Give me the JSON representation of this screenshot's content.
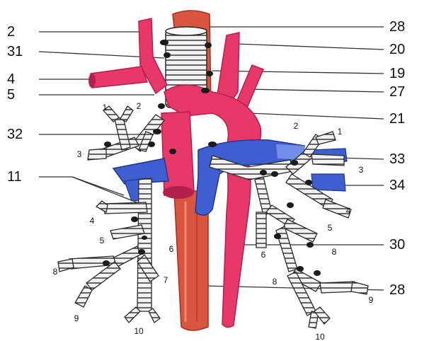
{
  "figure": {
    "colors": {
      "artery": "#e8386a",
      "artery_dark": "#b51f4d",
      "vein": "#3f5fd0",
      "vein_light": "#6f8fe8",
      "esophagus": "#d9553f",
      "esophagus_dark": "#9e3322",
      "airway_ring": "#f2f2f2",
      "airway_line": "#2a2a2a",
      "lymph_node": "#1b1b1b",
      "leader_line": "#333333"
    },
    "left_callouts": [
      "2",
      "31",
      "4",
      "5",
      "32",
      "11"
    ],
    "right_callouts": [
      "28",
      "20",
      "19",
      "27",
      "21",
      "33",
      "34",
      "30",
      "28"
    ],
    "right_lung_segments": [
      "1",
      "2",
      "3",
      "4",
      "5",
      "6",
      "7",
      "8",
      "9",
      "10"
    ],
    "left_lung_segments": [
      "2",
      "1",
      "3",
      "4",
      "5",
      "6",
      "8",
      "8",
      "9",
      "10"
    ]
  }
}
